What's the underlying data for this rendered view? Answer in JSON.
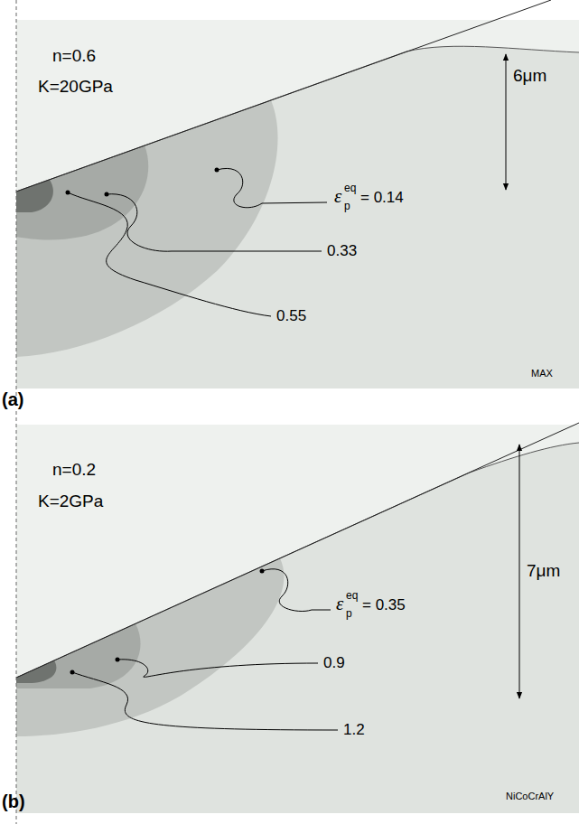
{
  "diagram": {
    "labels": [
      "n=0.6",
      "K=20GPa",
      "6μm",
      "ε",
      "p",
      "eq",
      "= 0.14",
      "0.33",
      "0.55",
      "MAX",
      "(a)",
      "n=0.2",
      "K=2GPa",
      "7μm",
      "ε",
      "p",
      "eq",
      "= 0.35",
      "0.9",
      "1.2",
      "NiCoCrAlY",
      "(b)"
    ]
  }
}
